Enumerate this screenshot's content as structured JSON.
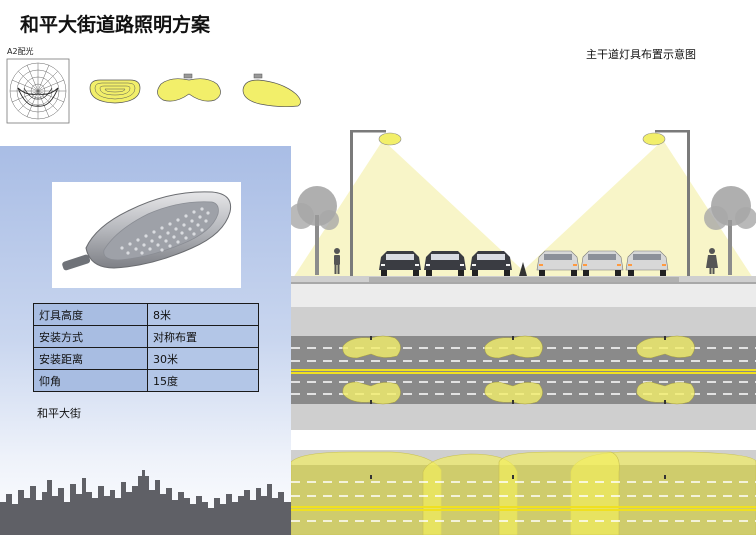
{
  "page": {
    "title": "和平大街道路照明方案",
    "diagram_caption": "主干道灯具布置示意图",
    "photometric_label": "A2配光",
    "street_name": "和平大街"
  },
  "specs": [
    {
      "label": "灯具高度",
      "value": "8米"
    },
    {
      "label": "安装方式",
      "value": "对称布置"
    },
    {
      "label": "安装距离",
      "value": "30米"
    },
    {
      "label": "仰角",
      "value": "15度"
    }
  ],
  "colors": {
    "light_yellow": "#f2f07a",
    "light_cone": "#f8f5c8",
    "road_gray": "#8a8a8a",
    "lane_yellow": "#f0e020",
    "panel_blue": "#a9bde5",
    "table_blue": "#a8bde2"
  },
  "icons": [
    "polar-light-distribution-icon",
    "beam-pattern-icon",
    "led-street-lamp-icon",
    "street-light-pole-icon",
    "car-icon",
    "pedestrian-icon",
    "tree-icon",
    "traffic-cone-icon",
    "city-skyline-icon"
  ]
}
